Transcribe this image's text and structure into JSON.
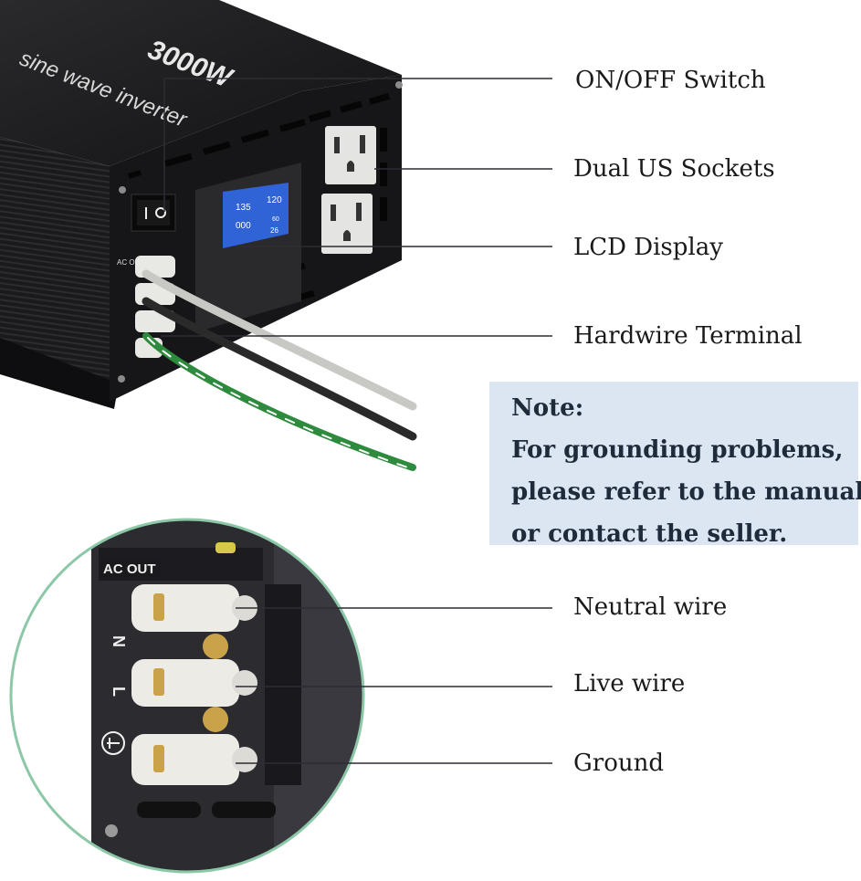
{
  "product": {
    "power_text": "3000W",
    "side_text": "sine wave inverter",
    "ac_out_label": "AC OUT",
    "terminal_letters": [
      "N",
      "L"
    ],
    "lcd": {
      "in_value": "135",
      "out_value": "120",
      "bat_value": "000",
      "freq_value": "60",
      "temp_value": "26"
    }
  },
  "callouts": [
    {
      "id": "switch",
      "label": "ON/OFF Switch"
    },
    {
      "id": "sockets",
      "label": "Dual US Sockets"
    },
    {
      "id": "lcd",
      "label": "LCD Display"
    },
    {
      "id": "terminal",
      "label": "Hardwire Terminal"
    },
    {
      "id": "neutral",
      "label": "Neutral wire"
    },
    {
      "id": "live",
      "label": "Live wire"
    },
    {
      "id": "ground",
      "label": "Ground"
    }
  ],
  "note": {
    "heading": "Note:",
    "line1": "For grounding problems,",
    "line2": "please refer to the manual",
    "line3": "or contact the seller."
  },
  "colors": {
    "housing": "#1c1c1e",
    "note_background": "#dce6f2",
    "lcd_blue": "#2f63d6",
    "circle_outline": "#8cc8a8",
    "wire_green": "#2e8b3e",
    "wire_grey": "#c8c8c4",
    "wire_black": "#2a2a2a"
  }
}
